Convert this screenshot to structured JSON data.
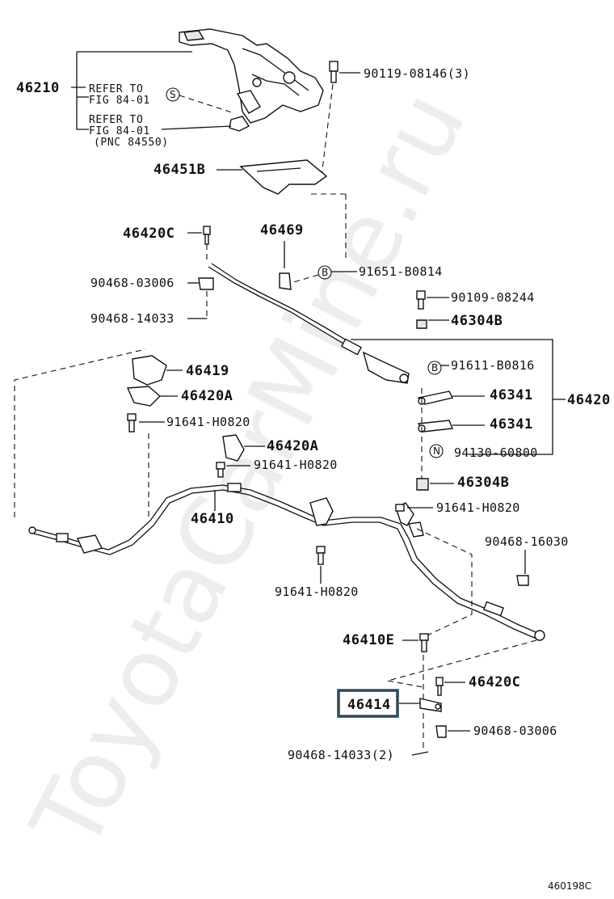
{
  "watermark": "ToyotaCarMine.ru",
  "figure_code": "460198C",
  "highlighted_part": "46414",
  "labels": {
    "p46210": "46210",
    "refer1_a": "REFER TO",
    "refer1_b": "FIG 84-01",
    "refer2_a": "REFER TO",
    "refer2_b": "FIG 84-01",
    "refer2_c": "(PNC 84550)",
    "p90119": "90119-08146(3)",
    "p46451B": "46451B",
    "p46420C_top": "46420C",
    "p46469": "46469",
    "p91651": "91651-B0814",
    "p90468_03006_top": "90468-03006",
    "p90468_14033_top": "90468-14033",
    "p90109": "90109-08244",
    "p46304B_top": "46304B",
    "p46419": "46419",
    "p46420A_left": "46420A",
    "p91641_a": "91641-H0820",
    "p91611": "91611-B0816",
    "p46341_a": "46341",
    "p46420": "46420",
    "p46341_b": "46341",
    "p94130": "94130-60800",
    "p46420A_mid": "46420A",
    "p91641_b": "91641-H0820",
    "p46304B_bot": "46304B",
    "p46410": "46410",
    "p91641_c": "91641-H0820",
    "p90468_16030": "90468-16030",
    "p91641_d": "91641-H0820",
    "p46410E": "46410E",
    "p46420C_bot": "46420C",
    "p46414": "46414",
    "p90468_03006_bot": "90468-03006",
    "p90468_14033_bot": "90468-14033(2)"
  },
  "markers": {
    "s": "S",
    "b1": "B",
    "b2": "B",
    "n": "N"
  }
}
